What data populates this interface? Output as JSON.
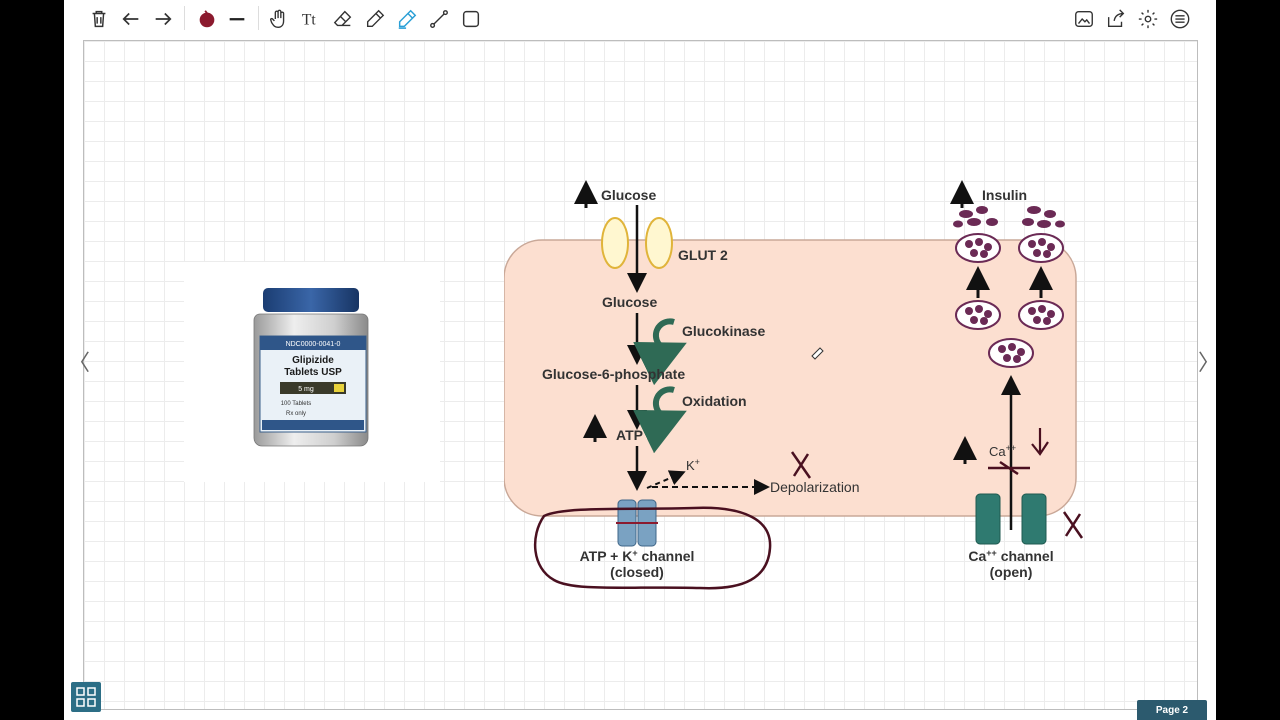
{
  "toolbar": {
    "left_tools": [
      {
        "name": "delete-page-icon"
      },
      {
        "name": "undo-icon"
      },
      {
        "name": "redo-icon"
      },
      {
        "name": "color-swatch-icon",
        "color": "#8b1a2e"
      },
      {
        "name": "line-width-icon"
      },
      {
        "name": "hand-pan-icon"
      },
      {
        "name": "text-tool-icon",
        "label": "Tt"
      },
      {
        "name": "eraser-icon"
      },
      {
        "name": "pencil-icon"
      },
      {
        "name": "highlighter-icon",
        "active": true,
        "color": "#2a9fd6"
      },
      {
        "name": "connector-line-icon"
      },
      {
        "name": "shape-rectangle-icon"
      }
    ],
    "right_tools": [
      {
        "name": "insert-image-icon"
      },
      {
        "name": "share-export-icon"
      },
      {
        "name": "settings-gear-icon"
      },
      {
        "name": "menu-icon"
      }
    ]
  },
  "navigation": {
    "prev": "〈",
    "next": "〉",
    "page_label": "Page 2"
  },
  "pill_bottle": {
    "ndc": "NDC0000-0041-0",
    "drug_line1": "Glipizide",
    "drug_line2": "Tablets USP",
    "dose": "5 mg",
    "count": "100 Tablets",
    "rx": "Rx only"
  },
  "diagram": {
    "glucose_top": "Glucose",
    "glut2": "GLUT 2",
    "glucose_inner": "Glucose",
    "glucokinase": "Glucokinase",
    "g6p": "Glucose-6-phosphate",
    "oxidation": "Oxidation",
    "atp": "ATP",
    "k_ion": "K",
    "k_sup": "+",
    "depolarization": "Depolarization",
    "katp_line1": "ATP + K",
    "katp_sup": "+",
    "katp_line1_end": " channel",
    "katp_line2": "(closed)",
    "insulin": "Insulin",
    "ca_ion": "Ca",
    "ca_sup": "++",
    "ca_channel_prefix": "Ca",
    "ca_channel_sup": "++",
    "ca_channel_suffix": " channel",
    "ca_channel_line2": "(open)"
  },
  "colors": {
    "cell_fill": "#fcdfd0",
    "cell_stroke": "#c9a898",
    "glut_fill": "#fff7d0",
    "glut_stroke": "#e0b43a",
    "vesicle": "#6b2a55",
    "enzyme_arrow": "#2f6a55",
    "k_channel": "#7aa2c2",
    "ca_channel": "#2f7a70",
    "annotation": "#4a1020",
    "accent": "#2c6e86"
  }
}
